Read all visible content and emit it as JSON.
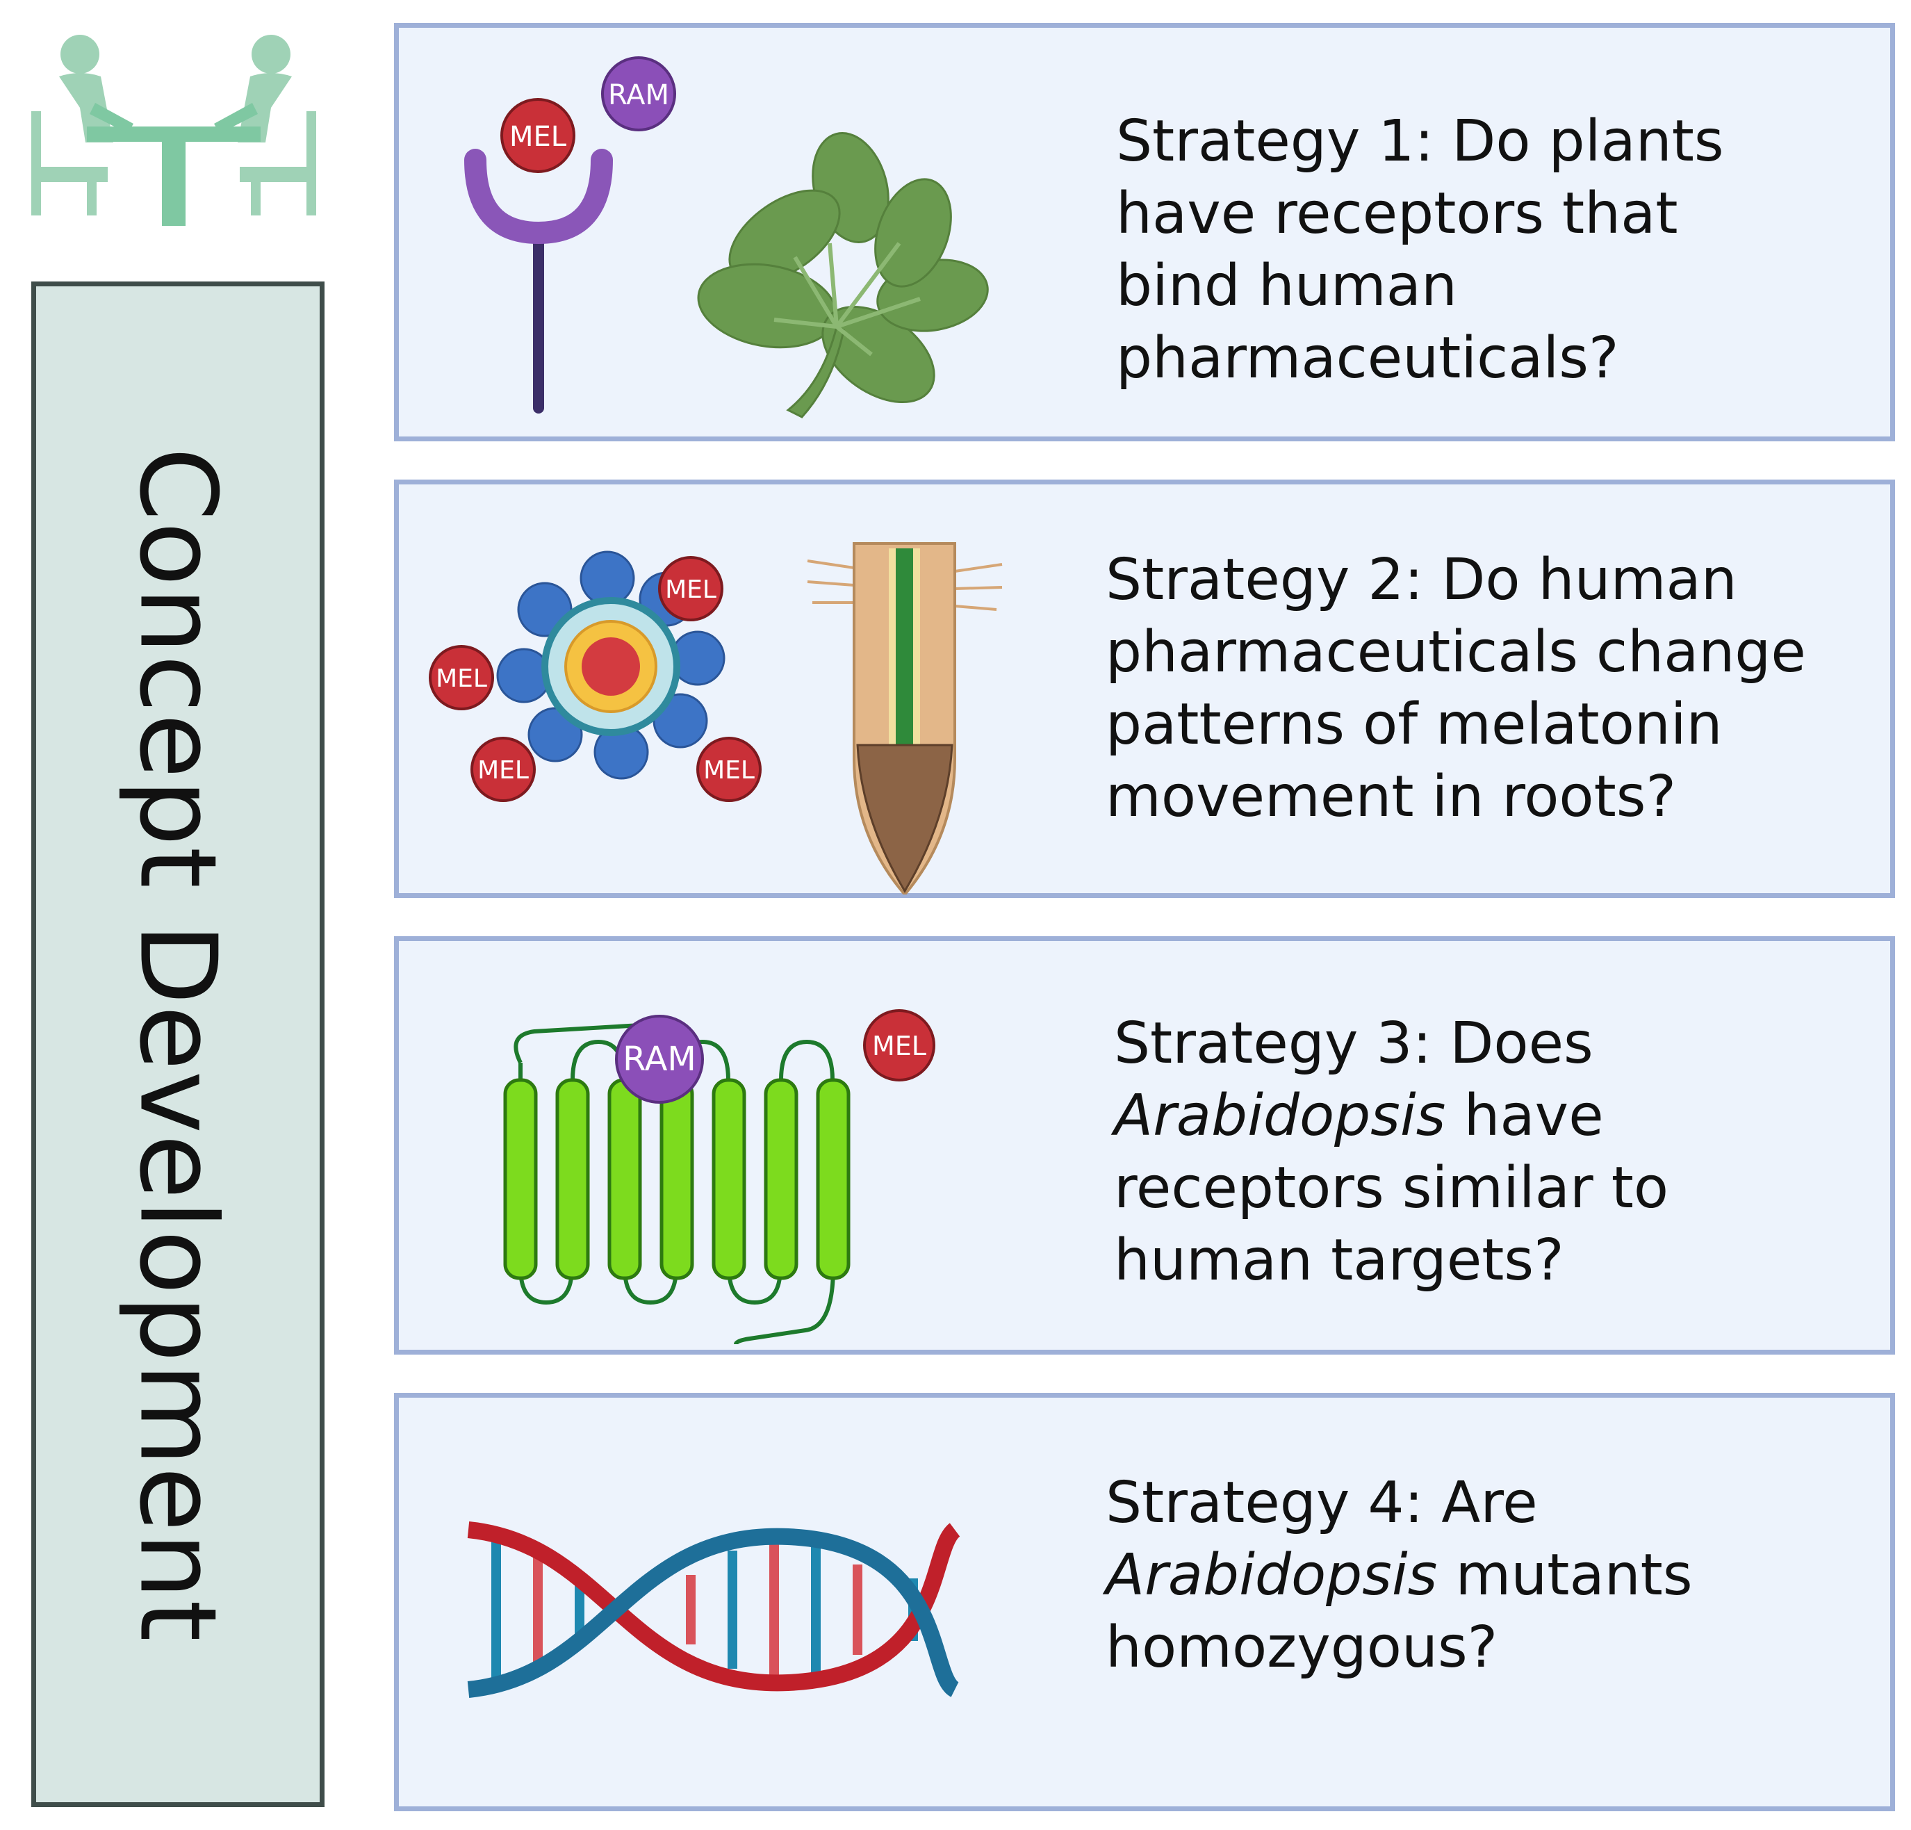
{
  "side_panel": {
    "label": "Concept Development"
  },
  "colors": {
    "card_fill": "#edf3fc",
    "card_border": "#9eb0d8",
    "panel_fill": "#d7e6e3",
    "panel_border": "#3f4d4a",
    "mel": "#c93038",
    "ram": "#8b4fb8",
    "leaf": "#6a9a4f",
    "gpcr_green": "#7ddb1e",
    "dna_red": "#c0202a",
    "dna_blue": "#1e6f99"
  },
  "strategies": [
    {
      "lines": [
        "Strategy 1: Do plants",
        "have receptors that",
        "bind human",
        "pharmaceuticals?"
      ],
      "molecules": [
        "MEL",
        "RAM"
      ],
      "icons": [
        "receptor-icon",
        "plant-rosette-icon"
      ]
    },
    {
      "lines": [
        "Strategy 2: Do human",
        "pharmaceuticals change",
        "patterns of melatonin",
        "movement in roots?"
      ],
      "molecules": [
        "MEL",
        "MEL",
        "MEL",
        "MEL"
      ],
      "icons": [
        "carrier-complex-icon",
        "root-tip-icon"
      ]
    },
    {
      "lines_italic_lead": [
        "",
        "Arabidopsis",
        "",
        ""
      ],
      "lines": [
        "Strategy 3: Does",
        " have",
        "receptors similar to",
        "human targets?"
      ],
      "molecules": [
        "RAM",
        "MEL"
      ],
      "icons": [
        "gpcr-icon"
      ]
    },
    {
      "lines_italic_lead": [
        "",
        "Arabidopsis",
        ""
      ],
      "lines": [
        "Strategy 4: Are",
        " mutants",
        "homozygous?"
      ],
      "icons": [
        "dna-helix-icon"
      ]
    }
  ]
}
